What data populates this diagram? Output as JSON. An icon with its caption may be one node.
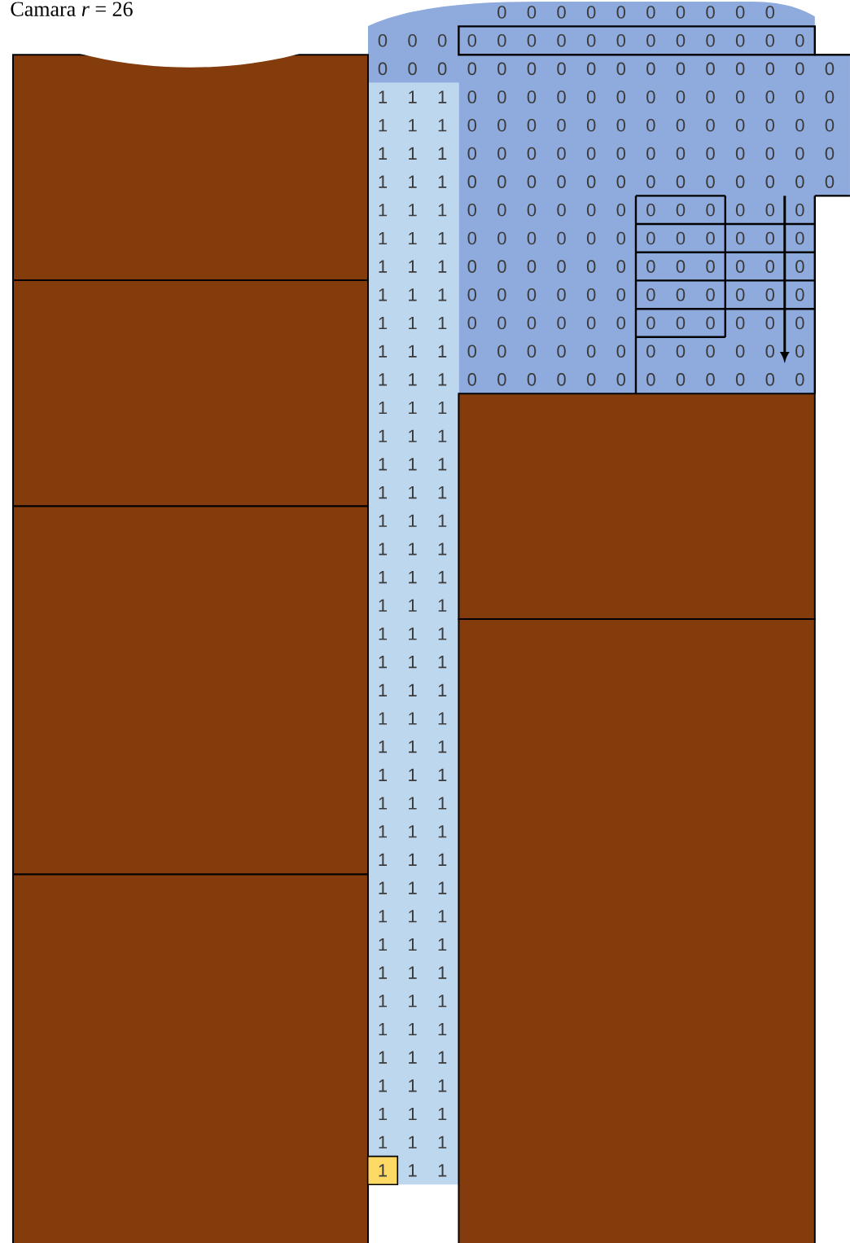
{
  "diagram": {
    "title": "Camara *r* = 26",
    "labels": [
      "0",
      "0",
      "0",
      "0",
      "0",
      "0",
      "0",
      "0",
      "0",
      "0",
      "0",
      "0",
      "0",
      "0",
      "0",
      "0",
      "0",
      "0",
      "0",
      "0",
      "0",
      "0",
      "0",
      "0",
      "0",
      "0",
      "0",
      "0",
      "0",
      "0",
      "0",
      "0",
      "0",
      "0",
      "0",
      "0",
      "0",
      "0",
      "0",
      "0",
      "0",
      "1",
      "1",
      "1",
      "0",
      "0",
      "0",
      "0",
      "0",
      "0",
      "0",
      "0",
      "0",
      "0",
      "0",
      "0",
      "0",
      "1",
      "1",
      "1",
      "0",
      "0",
      "0",
      "0",
      "0",
      "0",
      "0",
      "0",
      "0",
      "0",
      "0",
      "0",
      "0",
      "1",
      "1",
      "1",
      "0",
      "0",
      "0",
      "0",
      "0",
      "0",
      "0",
      "0",
      "0",
      "0",
      "0",
      "0",
      "0",
      "1",
      "1",
      "1",
      "0",
      "0",
      "0",
      "0",
      "0",
      "0",
      "0",
      "0",
      "0",
      "0",
      "0",
      "0",
      "0",
      "1",
      "1",
      "1",
      "0",
      "0",
      "0",
      "0",
      "0",
      "0",
      "0",
      "0",
      "0",
      "0",
      "0",
      "0",
      "1",
      "1",
      "1",
      "0",
      "0",
      "0",
      "0",
      "0",
      "0",
      "0",
      "0",
      "0",
      "0",
      "0",
      "0",
      "1",
      "1",
      "1",
      "0",
      "0",
      "0",
      "0",
      "0",
      "0",
      "0",
      "0",
      "0",
      "0",
      "0",
      "0",
      "1",
      "1",
      "1",
      "0",
      "0",
      "0",
      "0",
      "0",
      "0",
      "0",
      "0",
      "0",
      "0",
      "0",
      "0",
      "1",
      "1",
      "1",
      "0",
      "0",
      "0",
      "0",
      "0",
      "0",
      "0",
      "0",
      "0",
      "0",
      "0",
      "0",
      "1",
      "1",
      "1",
      "0",
      "0",
      "0",
      "0",
      "0",
      "0",
      "0",
      "0",
      "0",
      "0",
      "0",
      "0",
      "1",
      "1",
      "1",
      "0",
      "0",
      "0",
      "0",
      "0",
      "0",
      "0",
      "0",
      "0",
      "0",
      "0",
      "0",
      "1",
      "1",
      "1",
      "1",
      "1",
      "1",
      "1",
      "1",
      "1",
      "1",
      "1",
      "1",
      "1",
      "1",
      "1",
      "1",
      "1",
      "1",
      "1",
      "1",
      "1",
      "1",
      "1",
      "1",
      "1",
      "1",
      "1",
      "1",
      "1",
      "1",
      "1",
      "1",
      "1",
      "1",
      "1",
      "1",
      "1",
      "1",
      "1",
      "1",
      "1",
      "1",
      "1",
      "1",
      "1",
      "1",
      "1",
      "1",
      "1",
      "1",
      "1",
      "1",
      "1",
      "1",
      "1",
      "1",
      "1",
      "1",
      "1",
      "1",
      "1",
      "1",
      "1",
      "1",
      "1",
      "1",
      "1",
      "1",
      "1",
      "1",
      "1",
      "1",
      "1",
      "1",
      "1",
      "1",
      "1",
      "1",
      "1",
      "1",
      "1",
      "1",
      "1",
      "1"
    ]
  }
}
